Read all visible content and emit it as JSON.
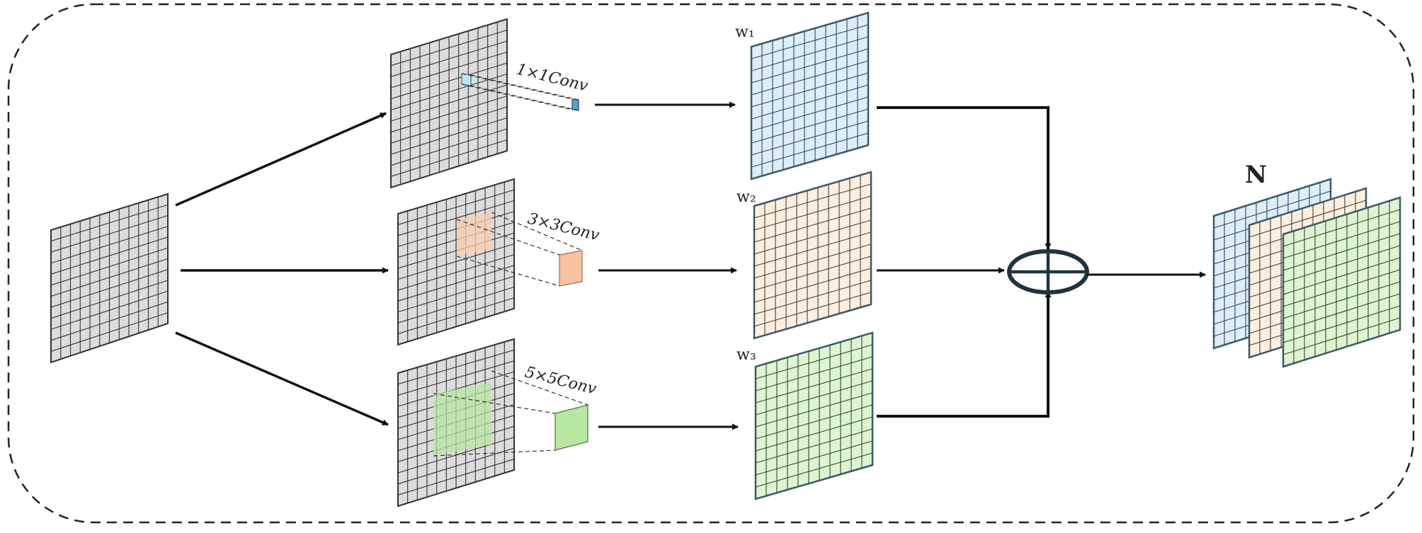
{
  "diagram": {
    "branches": [
      {
        "conv_label": "1×1Conv",
        "weight_label": "w₁"
      },
      {
        "conv_label": "3×3Conv",
        "weight_label": "w₂"
      },
      {
        "conv_label": "5×5Conv",
        "weight_label": "w₃"
      }
    ],
    "output_label": "N"
  },
  "colors": {
    "input_fill": "#dcdcdc",
    "branch1": "#dceefa",
    "branch2": "#fcefdf",
    "branch3": "#dff5d2",
    "patch1": "#bfe4f8",
    "patch2": "#f9cdb0",
    "patch3": "#b7e7a2",
    "weight_stroke": "#3d5a66",
    "grid_line": "#333333"
  },
  "icons": {
    "sum": "circle-plus-icon"
  }
}
